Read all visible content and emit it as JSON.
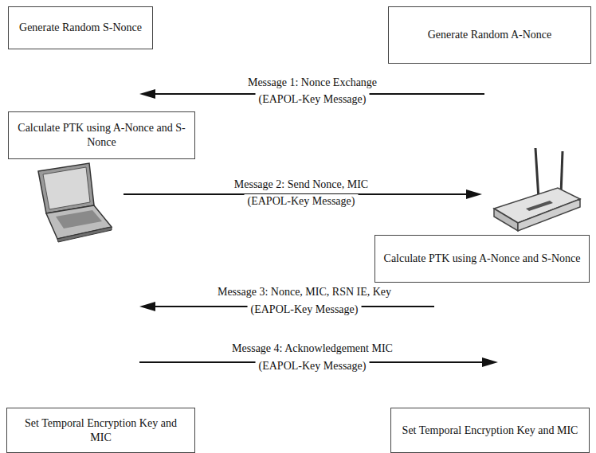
{
  "diagram": {
    "nodes": [
      {
        "text": [
          "Generate Random S-Nonce"
        ]
      },
      {
        "text": [
          "Generate Random A-Nonce"
        ]
      },
      {
        "text": [
          "Calculate PTK using A-Nonce and S-Nonce"
        ]
      },
      {
        "text": [
          "Calculate PTK using A-Nonce and S-Nonce"
        ]
      },
      {
        "text": [
          "Set Temporal Encryption Key and MIC"
        ]
      },
      {
        "text": [
          "Set Temporal Encryption Key and MIC"
        ]
      }
    ],
    "labels": [
      "Message 1: Nonce Exchange",
      "(EAPOL-Key Message)",
      "Message 2: Send Nonce, MIC",
      "(EAPOL-Key Message)",
      "Message 3: Nonce, MIC, RSN IE, Key",
      "(EAPOL-Key Message)",
      "Message 4: Acknowledgement MIC",
      "(EAPOL-Key Message)"
    ]
  }
}
